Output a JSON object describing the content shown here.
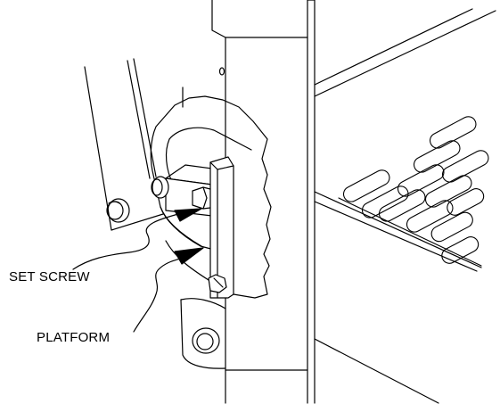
{
  "figure": {
    "callouts": [
      {
        "id": "set-screw",
        "label": "SET SCREW"
      },
      {
        "id": "platform",
        "label": "PLATFORM"
      }
    ],
    "line_color": "#000000",
    "background": "#ffffff"
  }
}
